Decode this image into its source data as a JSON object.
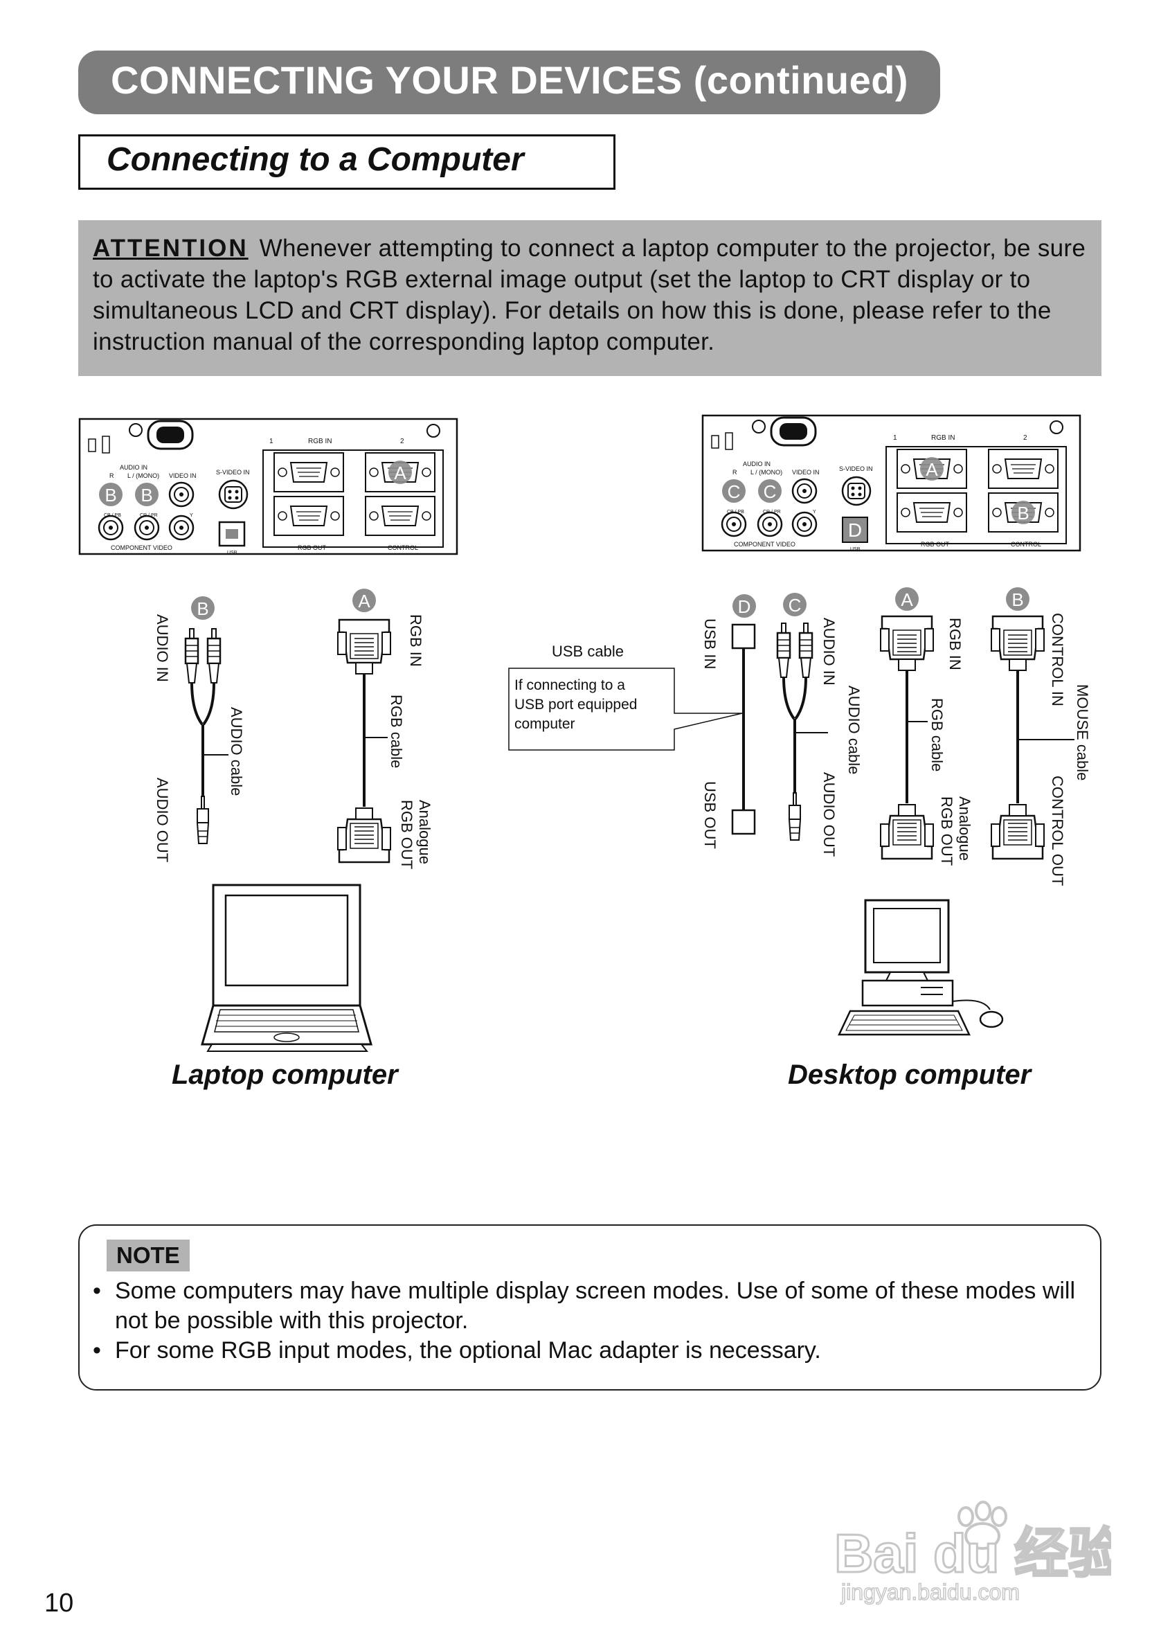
{
  "header": {
    "title": "CONNECTING YOUR DEVICES (continued)"
  },
  "section": {
    "title": "Connecting to a Computer"
  },
  "attention": {
    "label": "ATTENTION",
    "text": "Whenever attempting to connect a laptop computer to the projector, be sure to activate the laptop's RGB external image output (set the laptop to CRT display or to simultaneous LCD and CRT display). For details on how this is done, please refer to the instruction manual of the corresponding laptop computer."
  },
  "panel": {
    "rgb_in": "RGB   IN",
    "port_1": "1",
    "port_2": "2",
    "audio_in": "AUDIO IN",
    "audio_r": "R",
    "audio_l_mono": "L / (MONO)",
    "video_in": "VIDEO IN",
    "s_video_in": "S-VIDEO IN",
    "cb_pb": "CB / PB",
    "cr_pr": "CR / PR",
    "y": "Y",
    "component_video": "COMPONENT   VIDEO",
    "usb": "USB",
    "rgb_out": "RGB   OUT",
    "control": "CONTROL"
  },
  "markers": {
    "a": "A",
    "b": "B",
    "c": "C",
    "d": "D"
  },
  "laptop_setup": {
    "audio_in": "AUDIO IN",
    "audio_cable": "AUDIO cable",
    "audio_out": "AUDIO OUT",
    "rgb_in": "RGB IN",
    "rgb_cable": "RGB cable",
    "rgb_out_line1": "Analogue",
    "rgb_out_line2": "RGB OUT",
    "caption": "Laptop computer"
  },
  "desktop_setup": {
    "usb_cable": "USB cable",
    "usb_callout_line1": "If connecting to a",
    "usb_callout_line2": "USB port equipped",
    "usb_callout_line3": "computer",
    "usb_in": "USB IN",
    "usb_out": "USB OUT",
    "audio_in": "AUDIO IN",
    "audio_cable": "AUDIO cable",
    "audio_out": "AUDIO OUT",
    "rgb_in": "RGB IN",
    "rgb_cable": "RGB cable",
    "rgb_out_line1": "Analogue",
    "rgb_out_line2": "RGB OUT",
    "control_in": "CONTROL IN",
    "mouse_cable": "MOUSE cable",
    "control_out": "CONTROL OUT",
    "caption": "Desktop computer"
  },
  "note": {
    "label": "NOTE",
    "items": [
      "Some computers may have multiple display screen modes. Use of some of these modes will not be possible with this projector.",
      "For some RGB input modes, the optional Mac adapter is necessary."
    ]
  },
  "footer": {
    "page_number": "10",
    "watermark_brand": "Bai du 经验",
    "watermark_url": "jingyan.baidu.com"
  },
  "colors": {
    "title_bar": "#7d7d7d",
    "attention_bg": "#b3b3b3",
    "marker_fill": "#8c8c8c"
  }
}
